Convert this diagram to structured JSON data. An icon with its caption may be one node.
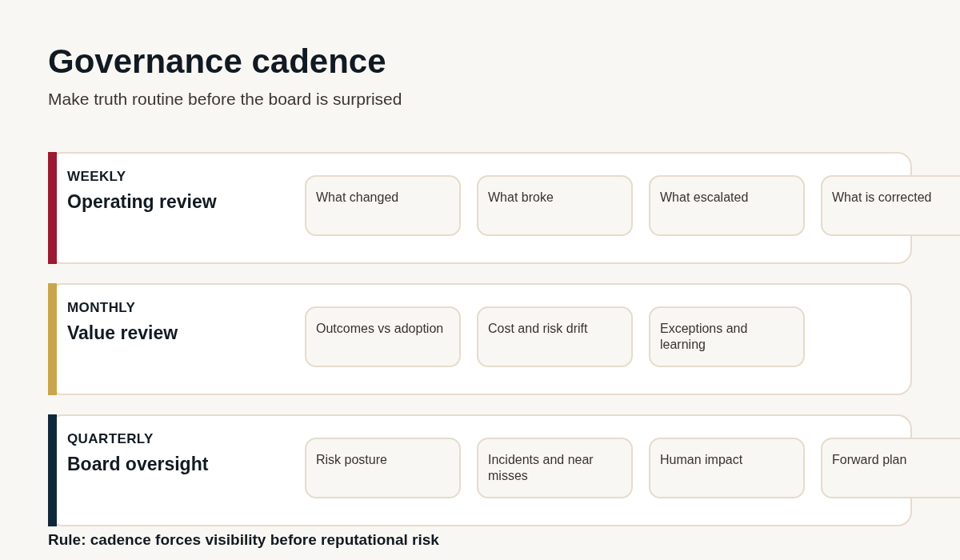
{
  "diagram": {
    "title": "Governance cadence",
    "nodes": [
      {
        "text": [
          "WEEKLY",
          "Operating review"
        ]
      },
      {
        "text": [
          "What changed"
        ],
        "in": 0
      },
      {
        "text": [
          "What broke"
        ],
        "in": 0
      },
      {
        "text": [
          "What escalated"
        ],
        "in": 0
      },
      {
        "text": [
          "What is corrected"
        ]
      },
      {
        "text": [
          "MONTHLY",
          "Value review"
        ]
      },
      {
        "text": [
          "Outcomes vs adoption"
        ],
        "in": 5
      },
      {
        "text": [
          "Cost and risk drift"
        ],
        "in": 5
      },
      {
        "text": [
          "Exceptions and learning"
        ],
        "in": 5
      },
      {
        "text": [
          "QUARTERLY",
          "Board oversight"
        ]
      },
      {
        "text": [
          "Risk posture"
        ],
        "in": 9
      },
      {
        "text": [
          "Incidents and near misses"
        ],
        "in": 9
      },
      {
        "text": [
          "Human impact"
        ],
        "in": 9
      },
      {
        "text": [
          "Forward plan"
        ]
      }
    ],
    "labels": [
      "Make truth routine before the board is surprised",
      "Rule: cadence forces visibility before reputational risk"
    ]
  }
}
